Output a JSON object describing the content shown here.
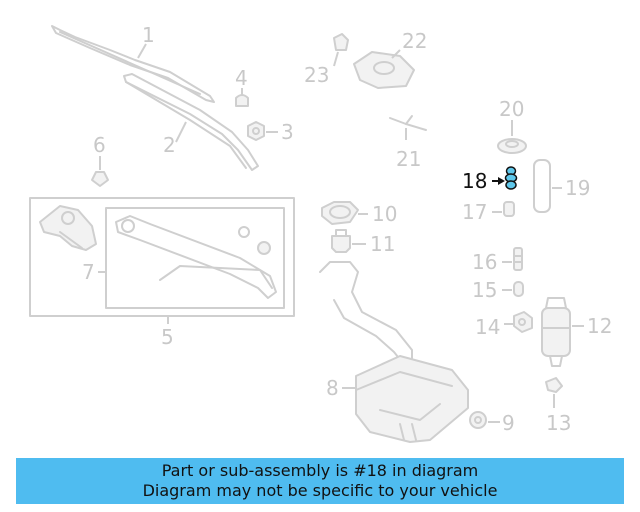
{
  "diagram": {
    "highlight_color": "#5fc7ea",
    "highlighted_part": "18",
    "callouts": [
      "1",
      "2",
      "3",
      "4",
      "5",
      "6",
      "7",
      "8",
      "9",
      "10",
      "11",
      "12",
      "13",
      "14",
      "15",
      "16",
      "17",
      "18",
      "19",
      "20",
      "21",
      "22",
      "23"
    ]
  },
  "banner": {
    "line1": "Part or sub-assembly is #18 in diagram",
    "line2": "Diagram may not be specific to your vehicle",
    "color": "#4fbcf0"
  }
}
